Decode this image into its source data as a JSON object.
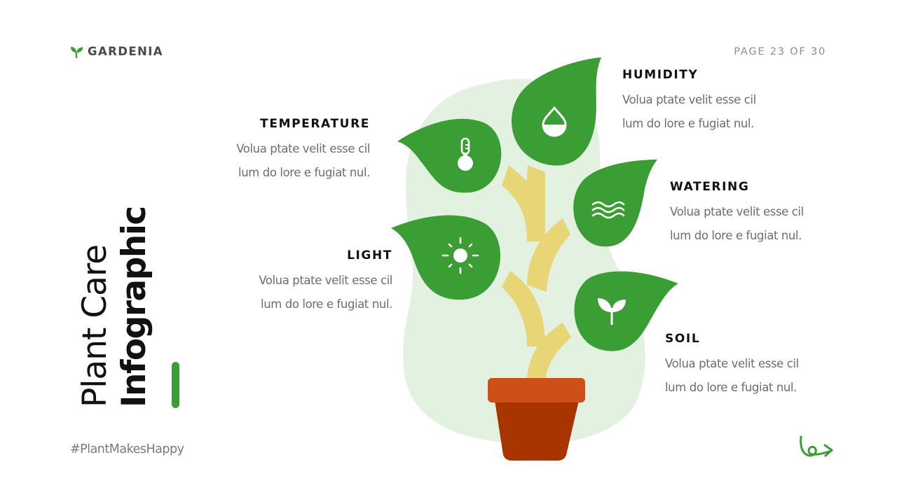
{
  "header": {
    "brand": "GARDENIA",
    "brand_icon": "sprout-icon",
    "page_indicator": "PAGE 23 OF 30"
  },
  "title": {
    "line1": "Plant Care",
    "line2": "Infographic"
  },
  "footer": {
    "hashtag": "#PlantMakesHappy",
    "arrow_icon": "curly-arrow-right-icon"
  },
  "colors": {
    "accent_green": "#3a9e35",
    "blob_bg": "#e2f1e0",
    "stem_yellow": "#e8d576",
    "pot_rim": "#cc5018",
    "pot_body": "#a83400",
    "text_dark": "#111111",
    "text_body": "#6d6d6d"
  },
  "items": [
    {
      "id": "temperature",
      "title": "TEMPERATURE",
      "line1": "Volua ptate velit esse cil",
      "line2": "lum do lore e fugiat nul.",
      "icon": "thermometer-icon"
    },
    {
      "id": "humidity",
      "title": "HUMIDITY",
      "line1": "Volua ptate velit esse cil",
      "line2": "lum do lore e fugiat nul.",
      "icon": "water-drop-icon"
    },
    {
      "id": "watering",
      "title": "WATERING",
      "line1": "Volua ptate velit esse cil",
      "line2": "lum do lore e fugiat nul.",
      "icon": "waves-icon"
    },
    {
      "id": "light",
      "title": "LIGHT",
      "line1": "Volua ptate velit esse cil",
      "line2": "lum do lore e fugiat nul.",
      "icon": "sun-icon"
    },
    {
      "id": "soil",
      "title": "SOIL",
      "line1": "Volua ptate velit esse cil",
      "line2": "lum do lore e fugiat nul.",
      "icon": "seedling-icon"
    }
  ]
}
